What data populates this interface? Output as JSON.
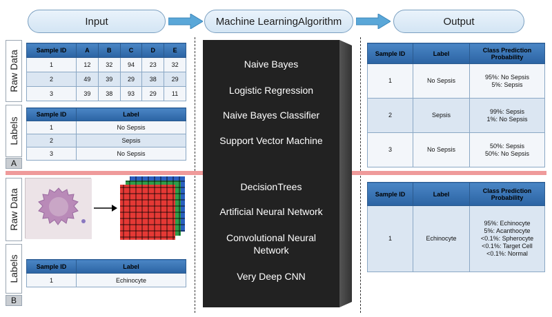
{
  "header": {
    "input": "Input",
    "algorithm": "Machine LearningAlgorithm",
    "output": "Output"
  },
  "side_labels": {
    "raw_data_a": "Raw Data",
    "labels_a": "Labels",
    "tag_a": "A",
    "raw_data_b": "Raw Data",
    "labels_b": "Labels",
    "tag_b": "B"
  },
  "raw_table": {
    "headers": [
      "Sample ID",
      "A",
      "B",
      "C",
      "D",
      "E"
    ],
    "rows": [
      [
        "1",
        "12",
        "32",
        "94",
        "23",
        "32"
      ],
      [
        "2",
        "49",
        "39",
        "29",
        "38",
        "29"
      ],
      [
        "3",
        "39",
        "38",
        "93",
        "29",
        "11"
      ]
    ]
  },
  "label_table_a": {
    "headers": [
      "Sample ID",
      "Label"
    ],
    "rows": [
      [
        "1",
        "No Sepsis"
      ],
      [
        "2",
        "Sepsis"
      ],
      [
        "3",
        "No Sepsis"
      ]
    ]
  },
  "label_table_b": {
    "headers": [
      "Sample ID",
      "Label"
    ],
    "rows": [
      [
        "1",
        "Echinocyte"
      ]
    ]
  },
  "algorithms": [
    "Naive Bayes",
    "Logistic Regression",
    "Naive Bayes Classifier",
    "Support Vector Machine",
    "DecisionTrees",
    "Artificial Neural Network",
    "Convolutional Neural Network",
    "Very Deep CNN"
  ],
  "output_table_a": {
    "headers": [
      "Sample ID",
      "Label",
      "Class Prediction Probability"
    ],
    "rows": [
      [
        "1",
        "No Sepsis",
        "95%: No Sepsis",
        "5%: Sepsis"
      ],
      [
        "2",
        "Sepsis",
        "99%: Sepsis",
        "1%: No Sepsis"
      ],
      [
        "3",
        "No Sepsis",
        "50%: Sepsis",
        "50%: No Sepsis"
      ]
    ]
  },
  "output_table_b": {
    "headers": [
      "Sample ID",
      "Label",
      "Class Prediction Probability"
    ],
    "row": {
      "id": "1",
      "label": "Echinocyte",
      "probs": [
        "95%: Echinocyte",
        "5%: Acanthocyte",
        "<0.1%: Spherocyte",
        "<0.1%: Target Cell",
        "<0.1%: Normal"
      ]
    }
  },
  "colors": {
    "pill_border": "#7a9fc0",
    "arrow": "#5aa7d8",
    "table_header": "#3a74b4",
    "algo_box": "#222222",
    "separator": "#ef9a9a",
    "grid_red": "#e53935",
    "grid_green": "#2e9e4a",
    "grid_blue": "#2a5fbf"
  },
  "icons": [
    "right-arrow-icon",
    "cell-image",
    "pixel-grid-icon"
  ]
}
